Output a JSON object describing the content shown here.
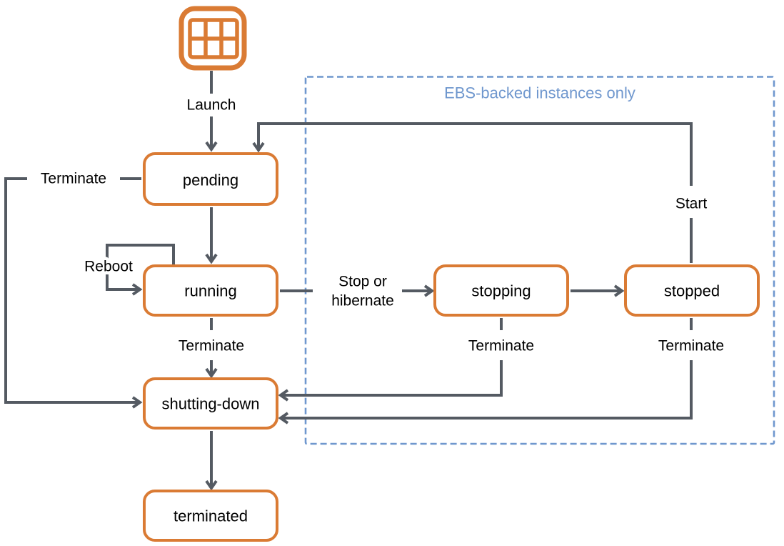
{
  "diagram": {
    "kind": "state-diagram",
    "subject": "EC2 instance lifecycle",
    "region_note": "EBS-backed instances only",
    "colors": {
      "node_border": "#DA7B34",
      "line": "#545A62",
      "ebs": "#6F97CE",
      "text": "#000000",
      "background": "#FFFFFF"
    },
    "icon": "ami-grid-icon",
    "nodes": [
      {
        "id": "pending",
        "label": "pending"
      },
      {
        "id": "running",
        "label": "running"
      },
      {
        "id": "stopping",
        "label": "stopping"
      },
      {
        "id": "stopped",
        "label": "stopped"
      },
      {
        "id": "shutting_down",
        "label": "shutting-down"
      },
      {
        "id": "terminated",
        "label": "terminated"
      }
    ],
    "edge_labels": {
      "launch": "Launch",
      "terminate_left": "Terminate",
      "reboot": "Reboot",
      "stop_or_hibernate_line1": "Stop or",
      "stop_or_hibernate_line2": "hibernate",
      "terminate_running": "Terminate",
      "terminate_stopping": "Terminate",
      "terminate_stopped": "Terminate",
      "start": "Start"
    }
  }
}
